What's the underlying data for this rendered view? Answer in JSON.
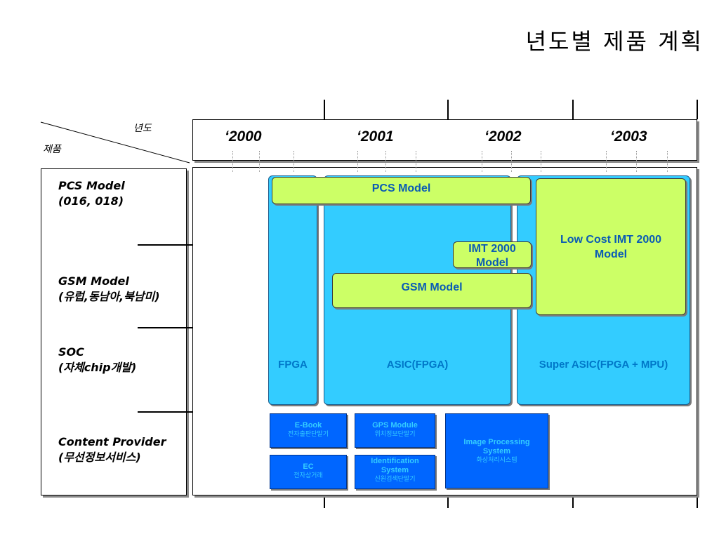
{
  "title": "년도별 제품 계획",
  "corner": {
    "year_label": "년도",
    "product_label": "제품"
  },
  "years": [
    "‘2000",
    "‘2001",
    "‘2002",
    "‘2003"
  ],
  "categories": [
    {
      "line1": "PCS Model",
      "line2": "(016, 018)"
    },
    {
      "line1": "GSM Model",
      "line2": "(유럽,동남아,북남미)"
    },
    {
      "line1": "SOC",
      "line2": "(자체chip개발)"
    },
    {
      "line1": "Content Provider",
      "line2": "(무선정보서비스)"
    }
  ],
  "platforms": {
    "fpga": "FPGA",
    "asic": "ASIC(FPGA)",
    "super_asic": "Super ASIC(FPGA + MPU)"
  },
  "products": {
    "pcs": "PCS Model",
    "imt_line1": "IMT 2000",
    "imt_line2": "Model",
    "gsm": "GSM Model",
    "lowcost_line1": "Low Cost IMT 2000",
    "lowcost_line2": "Model"
  },
  "content_boxes": {
    "ebook": {
      "title": "E-Book",
      "sub": "전자출판단말기"
    },
    "gps": {
      "title": "GPS Module",
      "sub": "위치정보단말기"
    },
    "image": {
      "title1": "Image Processing",
      "title2": "System",
      "sub": "화상처리시스템"
    },
    "ec": {
      "title": "EC",
      "sub": "전자상거래"
    },
    "ident": {
      "title1": "Identification",
      "title2": "System",
      "sub": "신원검색단말기"
    }
  },
  "colors": {
    "platform_blue": "#33ccff",
    "product_green": "#ccff66",
    "content_blue": "#0066ff"
  }
}
